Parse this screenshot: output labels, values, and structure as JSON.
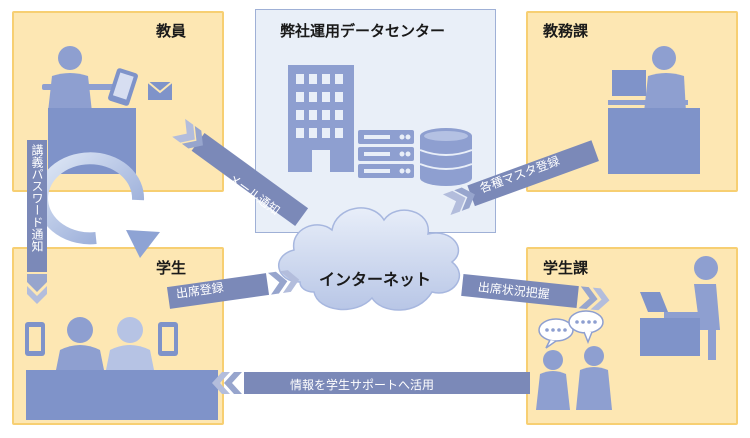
{
  "nodes": {
    "teacher": {
      "title": "教員"
    },
    "datacenter": {
      "title": "弊社運用データセンター"
    },
    "academic_affairs": {
      "title": "教務課"
    },
    "student": {
      "title": "学生"
    },
    "student_affairs": {
      "title": "学生課"
    },
    "internet": {
      "label": "インターネット"
    }
  },
  "flows": {
    "lecture_password": "講義パスワード通知",
    "mail_notice": "メール通知",
    "master_registration": "各種マスタ登録",
    "attendance_registration": "出席登録",
    "attendance_status": "出席状況把握",
    "student_support": "情報を学生サポートへ活用"
  },
  "colors": {
    "panel_bg": "#fde7b3",
    "panel_border": "#f7cf72",
    "figure": "#8e9fd0",
    "banner": "#7b89b8",
    "datacenter_bg": "#e9eff8"
  }
}
